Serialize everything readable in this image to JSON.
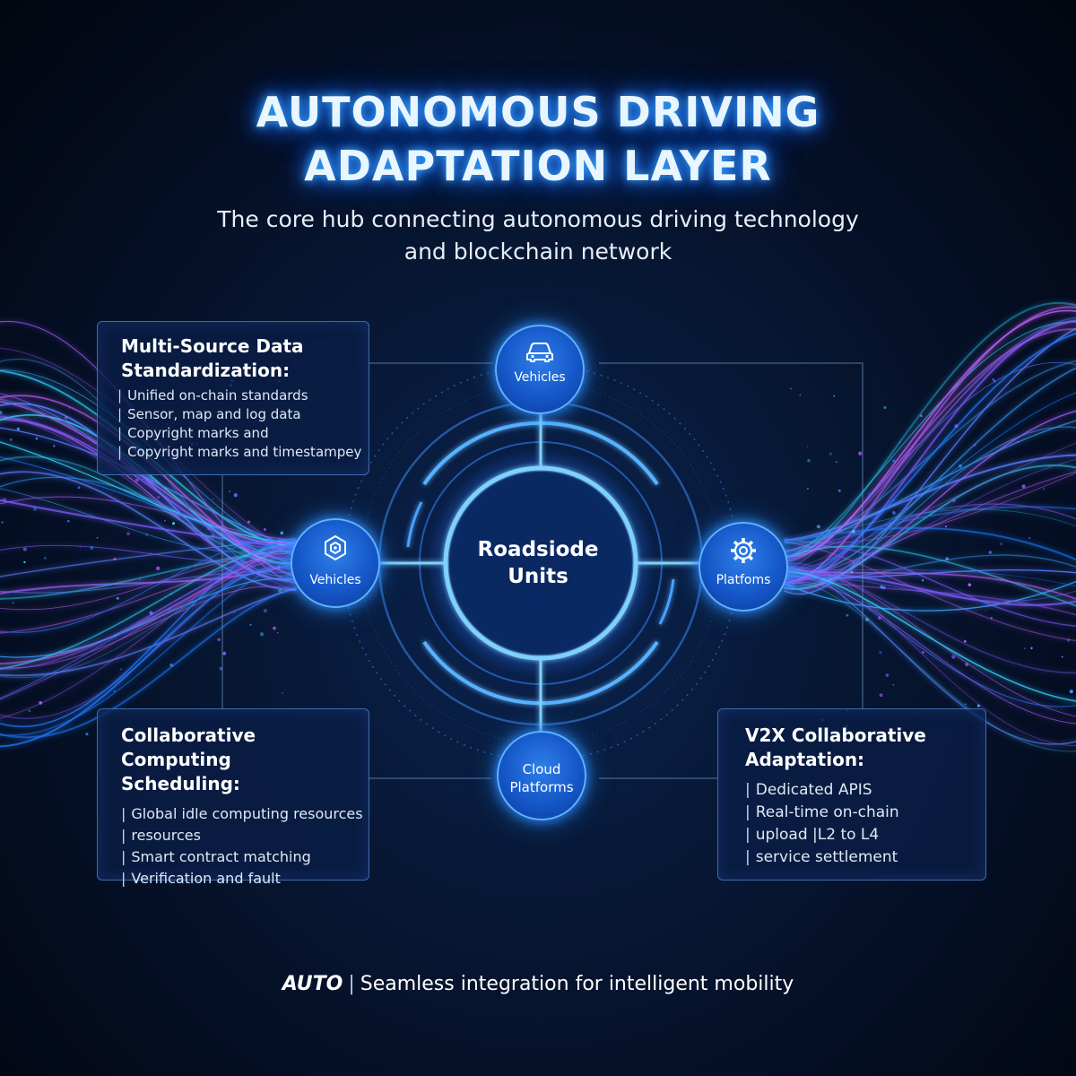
{
  "title": {
    "line1": "AUTONOMOUS DRIVING",
    "line2": "ADAPTATION LAYER"
  },
  "subtitle": {
    "line1": "The core hub connecting autonomous driving technology",
    "line2": "and blockchain network"
  },
  "hub": {
    "line1": "Roadsiode",
    "line2": "Units"
  },
  "nodes": {
    "top": {
      "label": "Vehicles",
      "icon": "car-icon"
    },
    "left": {
      "label": "Vehicles",
      "icon": "hexagon-chip-icon"
    },
    "right": {
      "label": "Platfoms",
      "icon": "gear-icon"
    },
    "bottom": {
      "line1": "Cloud",
      "line2": "Platforms"
    }
  },
  "panels": {
    "data_standardization": {
      "title_line1": "Multi-Source Data",
      "title_line2": "Standardization:",
      "items": [
        "Unified on-chain standards",
        "Sensor, map and log data",
        "Copyright marks and",
        "Copyright marks and timestampey"
      ]
    },
    "computing_scheduling": {
      "title_line1": "Collaborative Computing",
      "title_line2": "Scheduling:",
      "items": [
        "Global idle computing resources",
        "resources",
        "Smart contract matching",
        "Verification and fault"
      ]
    },
    "v2x_adaptation": {
      "title_line1": "V2X Collaborative",
      "title_line2": "Adaptation:",
      "items": [
        "Dedicated APIS",
        "Real-time on-chain",
        "upload |L2 to L4",
        "service settlement"
      ]
    }
  },
  "footer": {
    "brand": "AUTO",
    "separator": "|",
    "tagline": "Seamless integration for intelligent mobility"
  },
  "colors": {
    "accent": "#2b8cff",
    "glow": "#5fb0ff",
    "purple": "#9a5cff",
    "panel_border": "#5a96e6"
  }
}
